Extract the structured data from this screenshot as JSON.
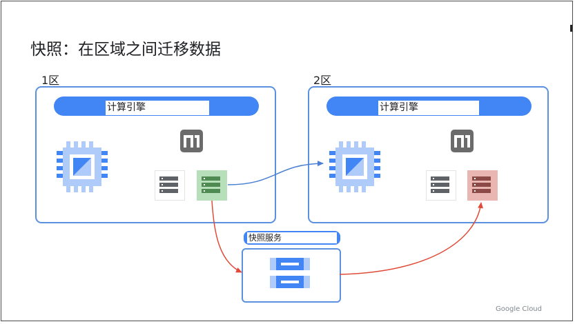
{
  "title": "快照：在区域之间迁移数据",
  "zones": [
    {
      "label": "1区",
      "engine_label": "计算引擎",
      "chip_icon": "cpu-chip-icon",
      "memory_icon": "memory-m1-icon"
    },
    {
      "label": "2区",
      "engine_label": "计算引擎",
      "chip_icon": "cpu-chip-icon",
      "memory_icon": "memory-m1-icon"
    }
  ],
  "snapshot_service": {
    "label": "快照服务",
    "icon": "server-stack-icon"
  },
  "footer": {
    "brand": "Google Cloud"
  },
  "colors": {
    "zone_border": "#5b8fe0",
    "pill": "#4285f4",
    "disk_default": "#5f6368",
    "disk_source": "#4e8a52",
    "disk_source_bg": "#b7dfb9",
    "disk_restored": "#8b4a45",
    "disk_restored_bg": "#eab6b1",
    "arrow_blue": "#4a7fd4",
    "arrow_red": "#e04b39"
  }
}
